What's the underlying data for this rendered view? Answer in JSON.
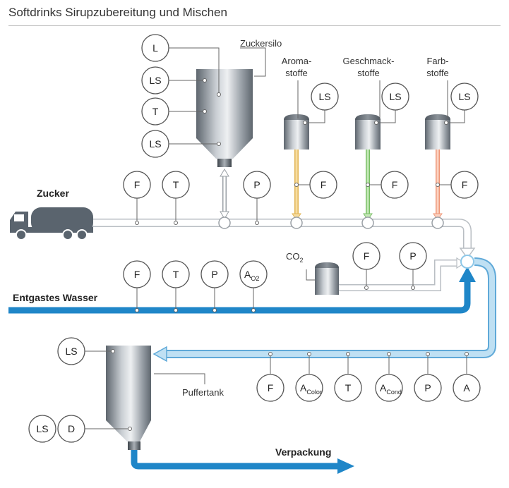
{
  "title": "Softdrinks Sirupzubereitung und Mischen",
  "labels": {
    "zuckersilo": "Zuckersilo",
    "aroma_1": "Aroma-",
    "aroma_2": "stoffe",
    "geschmack_1": "Geschmack-",
    "geschmack_2": "stoffe",
    "farb_1": "Farb-",
    "farb_2": "stoffe",
    "zucker": "Zucker",
    "co2_main": "CO",
    "co2_sub": "2",
    "entgastes_wasser": "Entgastes Wasser",
    "puffertank": "Puffertank",
    "verpackung": "Verpackung"
  },
  "instruments": {
    "silo_l": "L",
    "silo_ls_top": "LS",
    "silo_t": "T",
    "silo_ls_bottom": "LS",
    "aroma_ls": "LS",
    "geschmack_ls": "LS",
    "farb_ls": "LS",
    "aroma_f": "F",
    "geschmack_f": "F",
    "farb_f": "F",
    "zucker_f": "F",
    "zucker_t": "T",
    "zucker_p": "P",
    "co2_f": "F",
    "co2_p": "P",
    "wasser_f": "F",
    "wasser_t": "T",
    "wasser_p": "P",
    "wasser_a": "A",
    "wasser_a_sub": "O2",
    "mix_f": "F",
    "mix_a_color": "A",
    "mix_a_color_sub": "Color",
    "mix_t": "T",
    "mix_a_cond": "A",
    "mix_a_cond_sub": "Cond",
    "mix_p": "P",
    "mix_a": "A",
    "puffer_ls": "LS",
    "puffer_ls_bottom": "LS",
    "puffer_d": "D"
  },
  "colors": {
    "water_dark": "#1f86c8",
    "water_light": "#8ec8e8",
    "aroma_line": "#f0c46a",
    "geschmack_line": "#8fcf7a",
    "farb_line": "#f4a98a",
    "truck": "#5a646e",
    "tank_dark": "#6b737b",
    "tank_light": "#e6e9ec"
  }
}
